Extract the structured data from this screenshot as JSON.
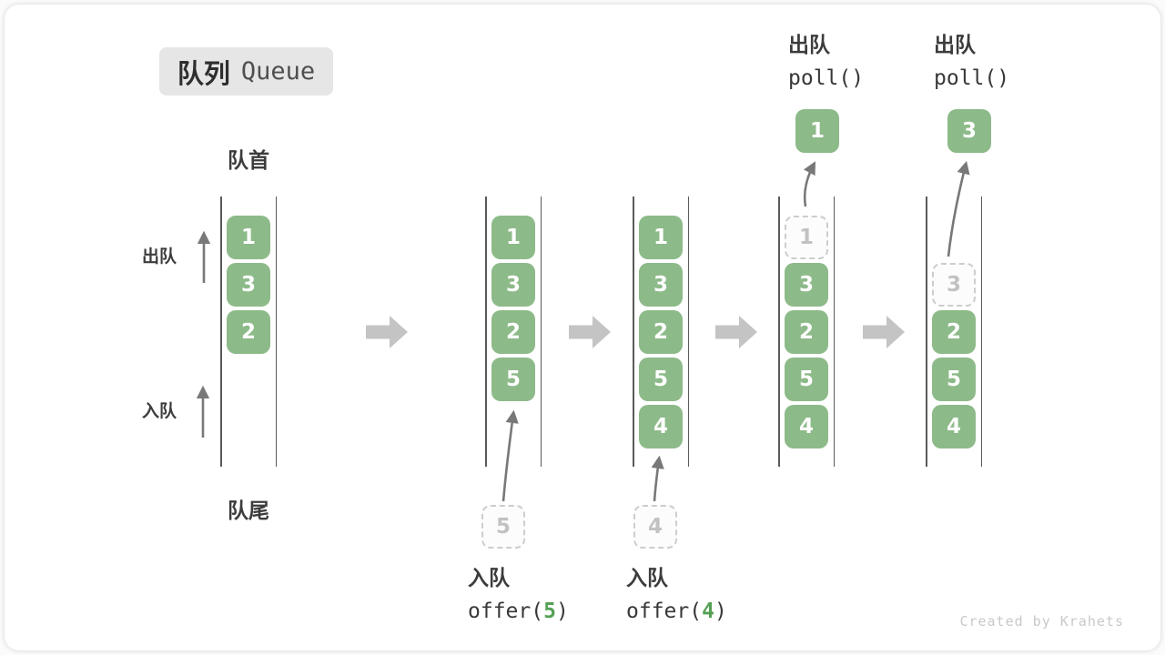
{
  "title": {
    "zh": "队列",
    "en": "Queue"
  },
  "labels": {
    "front": "队首",
    "rear": "队尾",
    "dequeue": "出队",
    "enqueue": "入队"
  },
  "queues": [
    {
      "slots": [
        {
          "v": "1"
        },
        {
          "v": "3"
        },
        {
          "v": "2"
        }
      ]
    },
    {
      "slots": [
        {
          "v": "1"
        },
        {
          "v": "3"
        },
        {
          "v": "2"
        },
        {
          "v": "5"
        }
      ]
    },
    {
      "slots": [
        {
          "v": "1"
        },
        {
          "v": "3"
        },
        {
          "v": "2"
        },
        {
          "v": "5"
        },
        {
          "v": "4"
        }
      ]
    },
    {
      "slots": [
        {
          "v": "1",
          "removed": true
        },
        {
          "v": "3"
        },
        {
          "v": "2"
        },
        {
          "v": "5"
        },
        {
          "v": "4"
        }
      ]
    },
    {
      "slots": [
        {
          "v": "3",
          "removed": true
        },
        {
          "v": "2"
        },
        {
          "v": "5"
        },
        {
          "v": "4"
        }
      ]
    }
  ],
  "annotations": {
    "offer5": {
      "action": "入队",
      "fn": "offer(",
      "arg": "5",
      "close": ")",
      "staged": "5"
    },
    "offer4": {
      "action": "入队",
      "fn": "offer(",
      "arg": "4",
      "close": ")",
      "staged": "4"
    },
    "poll1": {
      "action": "出队",
      "code": "poll()",
      "popped": "1"
    },
    "poll3": {
      "action": "出队",
      "code": "poll()",
      "popped": "3"
    }
  },
  "watermark": "Created by Krahets",
  "colors": {
    "box_green": "#8dba89",
    "code_green": "#55a055",
    "block_arrow_gray": "#c4c4c4",
    "queue_wall": "#5a5a5a",
    "thin_arrow": "#787878",
    "badge_bg": "#e6e6e6"
  }
}
